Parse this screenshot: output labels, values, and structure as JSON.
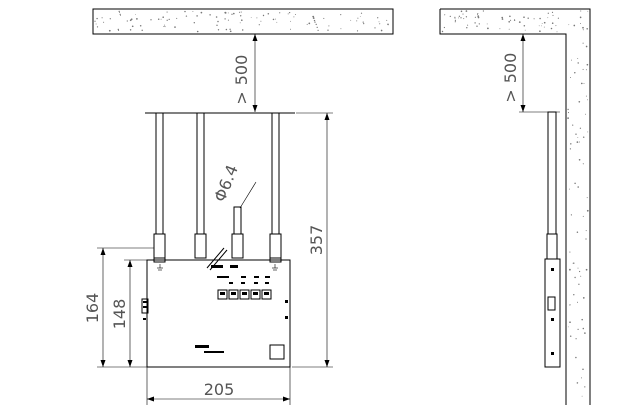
{
  "dimensions": {
    "ceiling_clearance_front": "500",
    "ceiling_clearance_side": "500",
    "antenna_diameter": "Φ6.4",
    "overall_height": "357",
    "width": "205",
    "height_outer": "164",
    "height_inner": "148"
  },
  "symbols": {
    "greater_than_front": ">",
    "greater_than_side": ">"
  },
  "colors": {
    "line": "#000000",
    "dimension_text": "#555555",
    "hatch_dots": "#777777"
  }
}
